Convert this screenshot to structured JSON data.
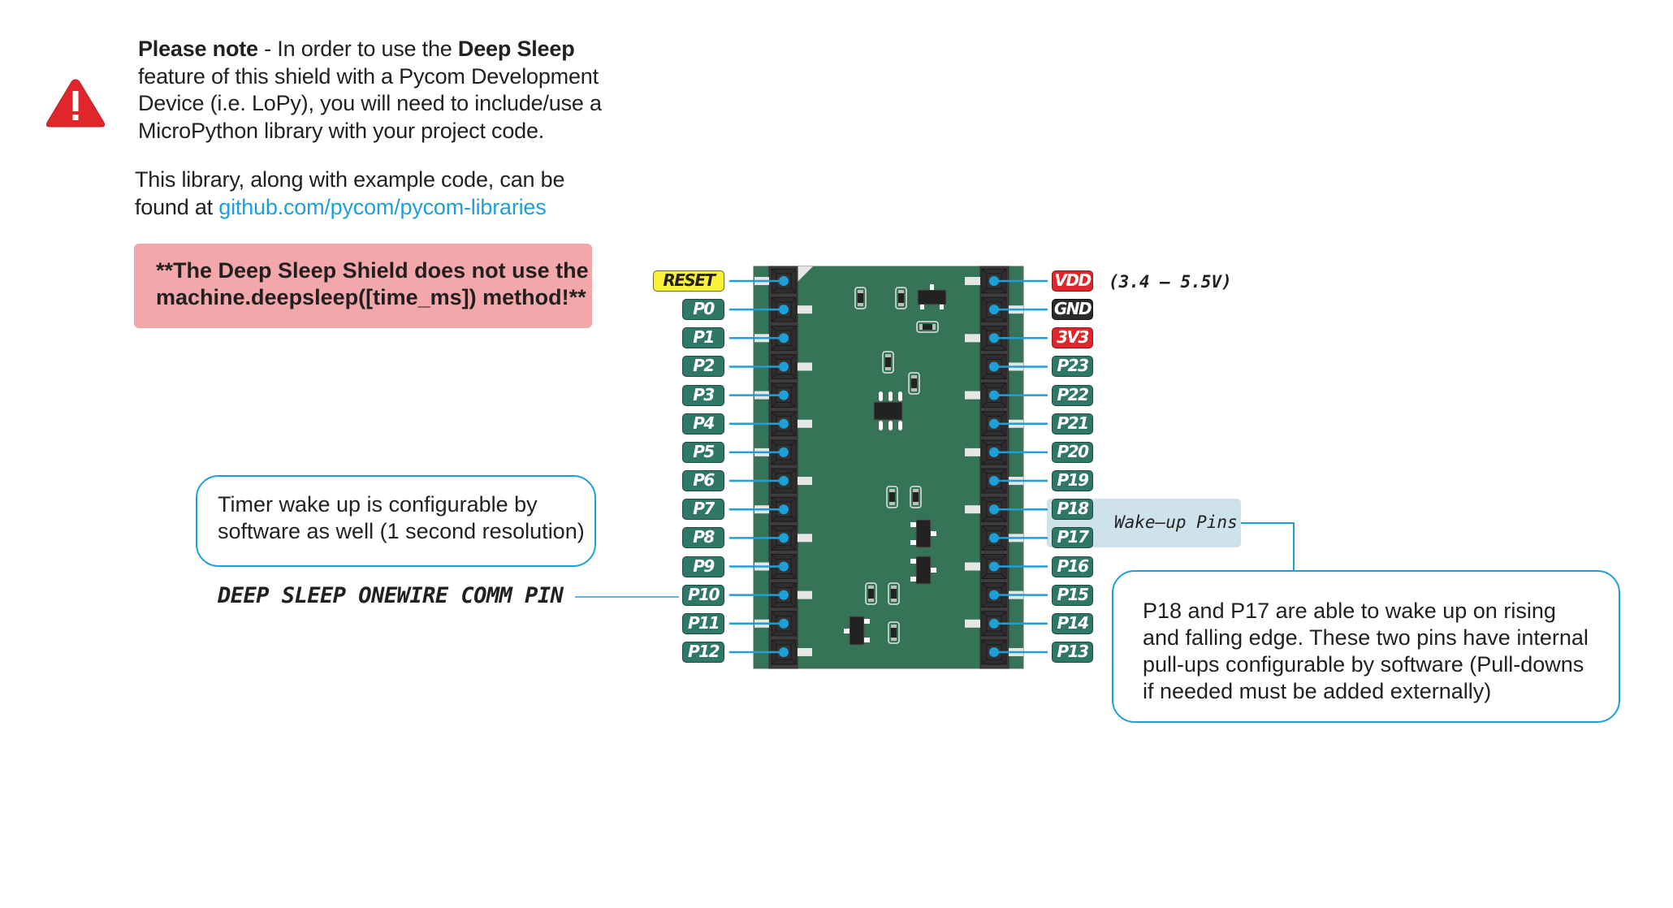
{
  "note": {
    "bold_lead": "Please note",
    "text_1": " - In order to use the ",
    "bold_feature": "Deep Sleep",
    "text_2": " feature of this shield with a Pycom Development Device (i.e. LoPy), you will need to include/use a MicroPython library with your project code."
  },
  "library": {
    "text": "This library, along with example code, can be found at ",
    "link": "github.com/pycom/pycom-libraries"
  },
  "warning_box": {
    "line1": "**The Deep Sleep Shield does not use the",
    "line2": "machine.deepsleep([time_ms]) method!**"
  },
  "timer_callout": {
    "line1": "Timer wake up is configurable by",
    "line2": "software as well (1 second resolution)"
  },
  "onewire_label": "DEEP SLEEP ONEWIRE COMM PIN",
  "vdd_range": "(3.4 – 5.5V)",
  "wakeup_label": "Wake–up Pins",
  "wakeup_callout": {
    "line1": "P18 and P17 are able to wake up on rising",
    "line2": "and falling edge. These two pins have internal",
    "line3": "pull-ups configurable by software (Pull-downs",
    "line4": "if needed must be added externally)"
  },
  "pins": {
    "left": [
      {
        "label": "RESET",
        "kind": "reset"
      },
      {
        "label": "P0",
        "kind": "gpio"
      },
      {
        "label": "P1",
        "kind": "gpio"
      },
      {
        "label": "P2",
        "kind": "gpio"
      },
      {
        "label": "P3",
        "kind": "gpio"
      },
      {
        "label": "P4",
        "kind": "gpio"
      },
      {
        "label": "P5",
        "kind": "gpio"
      },
      {
        "label": "P6",
        "kind": "gpio"
      },
      {
        "label": "P7",
        "kind": "gpio"
      },
      {
        "label": "P8",
        "kind": "gpio"
      },
      {
        "label": "P9",
        "kind": "gpio"
      },
      {
        "label": "P10",
        "kind": "gpio"
      },
      {
        "label": "P11",
        "kind": "gpio"
      },
      {
        "label": "P12",
        "kind": "gpio"
      }
    ],
    "right": [
      {
        "label": "VDD",
        "kind": "power"
      },
      {
        "label": "GND",
        "kind": "ground"
      },
      {
        "label": "3V3",
        "kind": "power"
      },
      {
        "label": "P23",
        "kind": "gpio"
      },
      {
        "label": "P22",
        "kind": "gpio"
      },
      {
        "label": "P21",
        "kind": "gpio"
      },
      {
        "label": "P20",
        "kind": "gpio"
      },
      {
        "label": "P19",
        "kind": "gpio"
      },
      {
        "label": "P18",
        "kind": "gpio"
      },
      {
        "label": "P17",
        "kind": "gpio"
      },
      {
        "label": "P16",
        "kind": "gpio"
      },
      {
        "label": "P15",
        "kind": "gpio"
      },
      {
        "label": "P14",
        "kind": "gpio"
      },
      {
        "label": "P13",
        "kind": "gpio"
      }
    ]
  },
  "colors": {
    "accent": "#1e9fd8",
    "pcb": "#367458",
    "header": "#3d3d3d",
    "gpio_badge": "#2f7868",
    "power_badge": "#e0262b",
    "ground_badge": "#2b2b2b",
    "reset_badge": "#f8f33a",
    "warning_fill": "#f2a8aa"
  }
}
